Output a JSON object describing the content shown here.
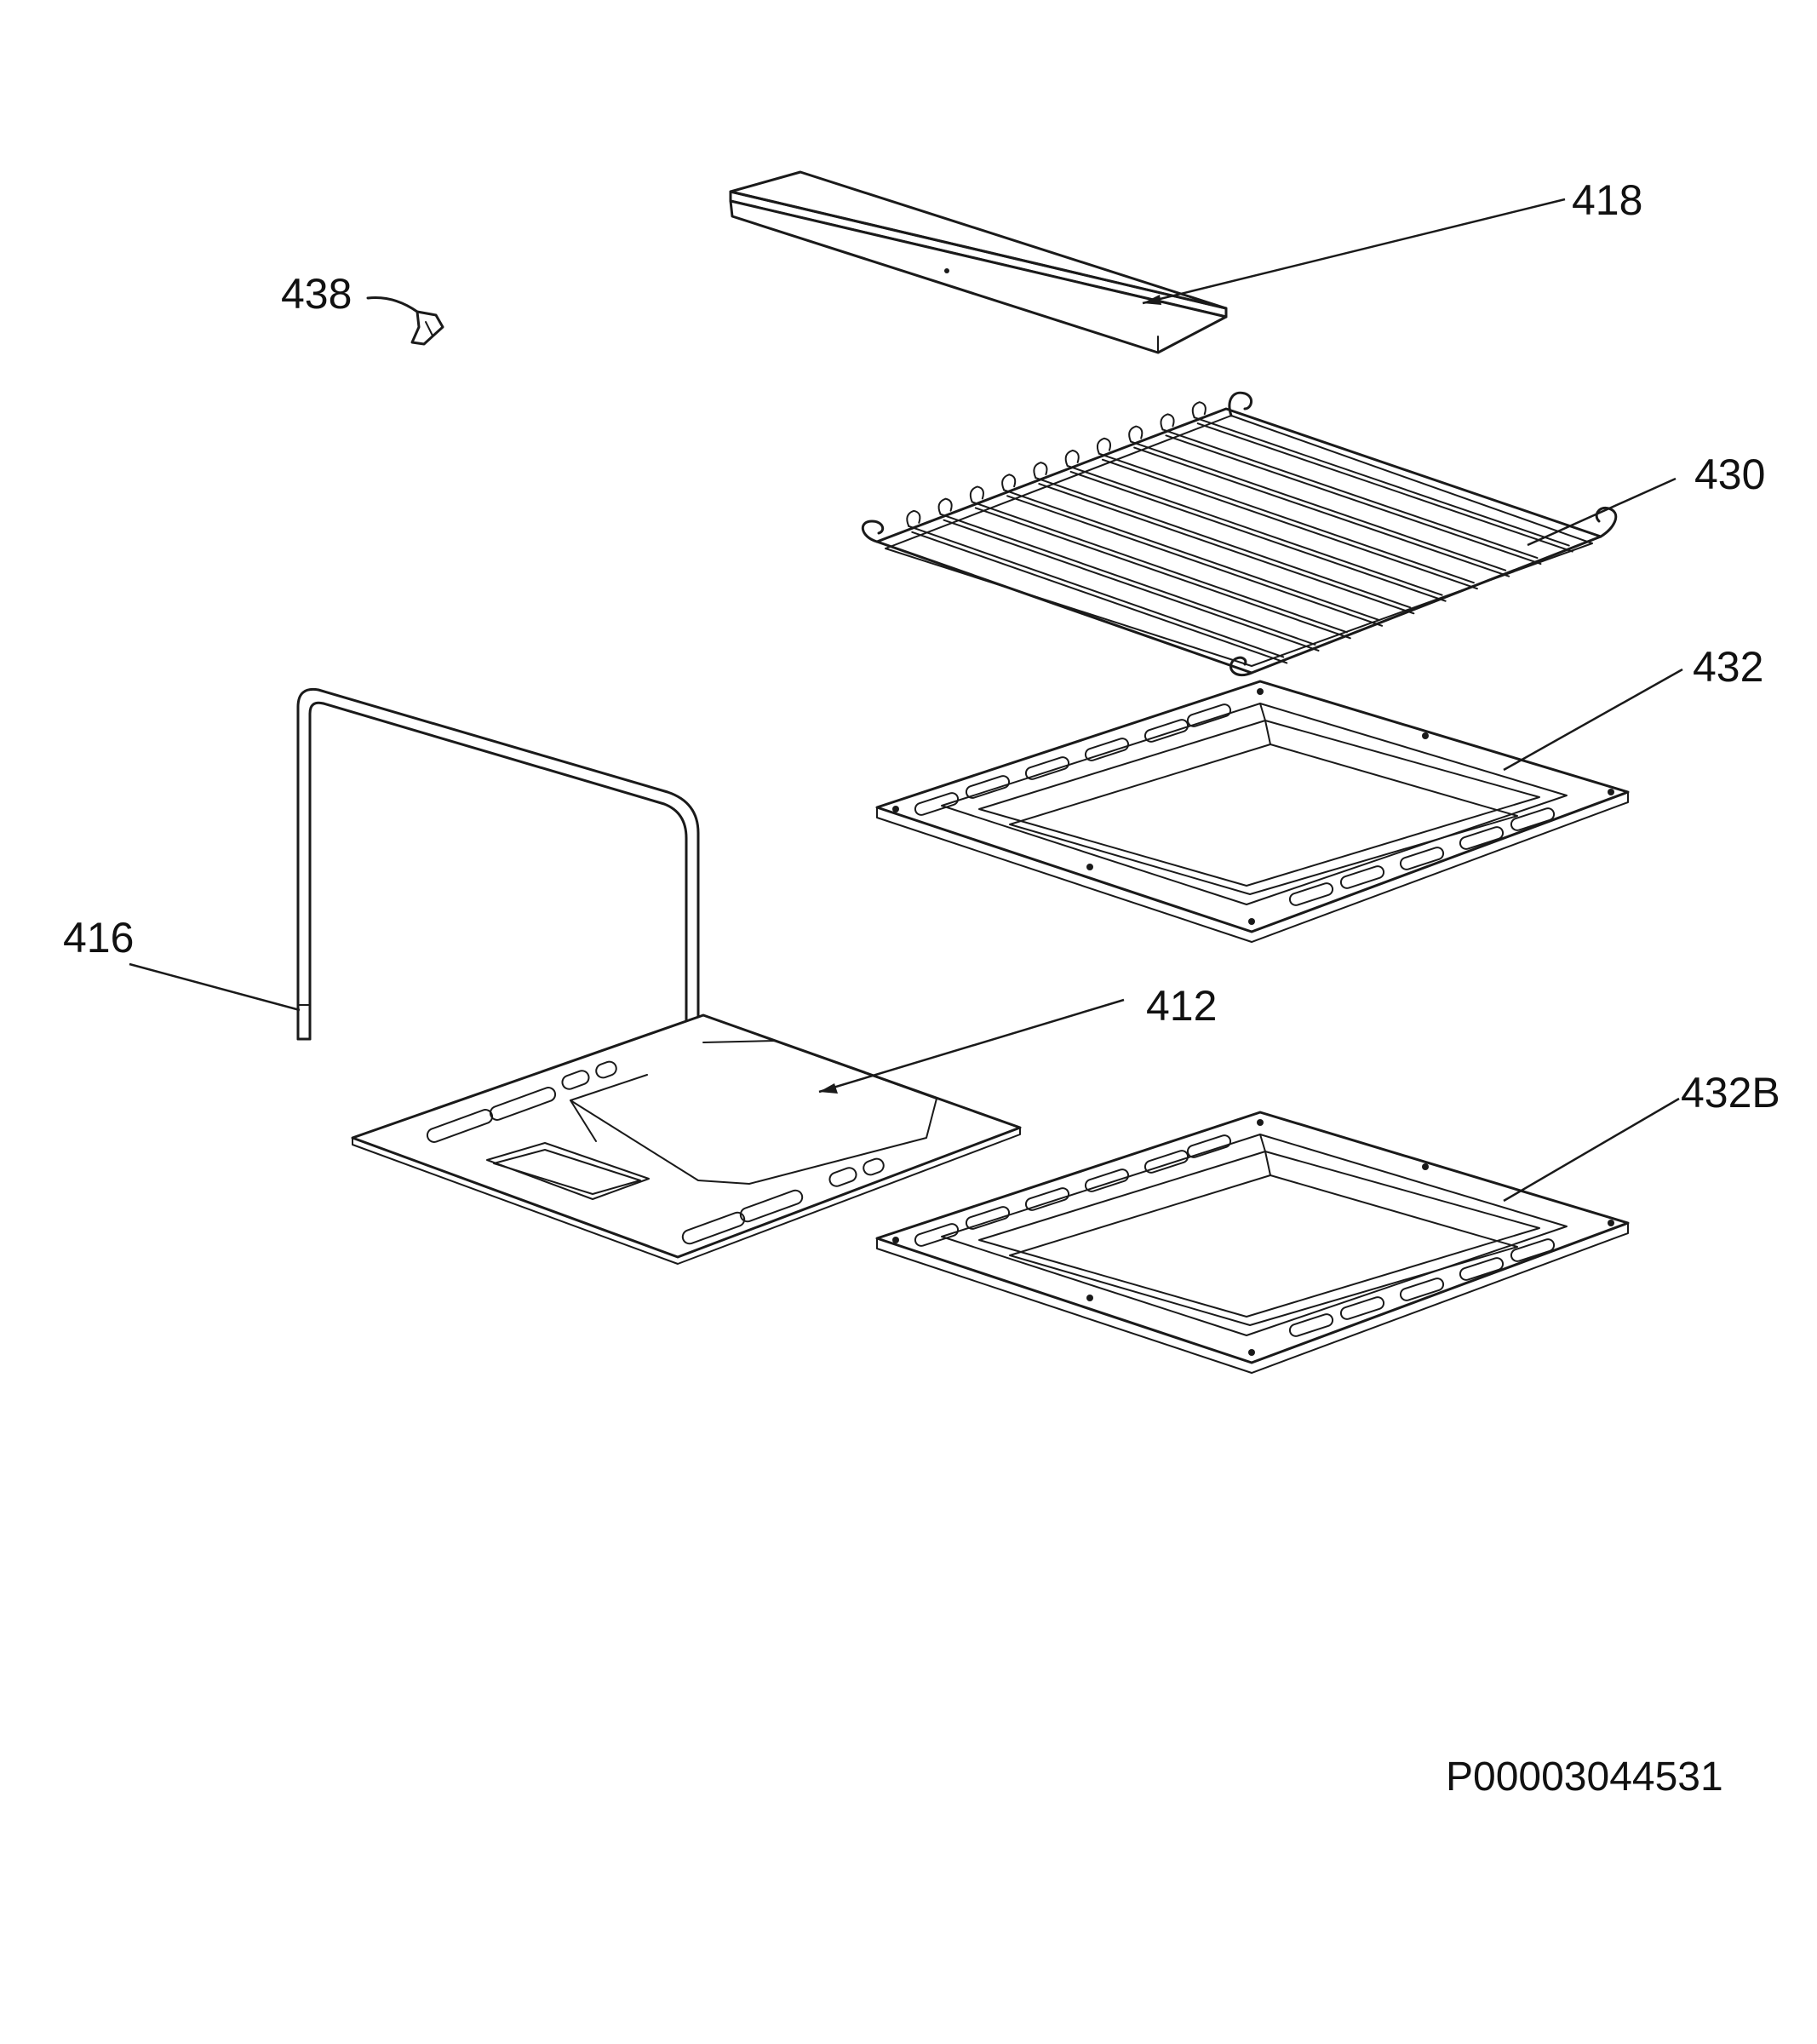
{
  "callouts": {
    "p418": "418",
    "p438": "438",
    "p430": "430",
    "p432": "432",
    "p416": "416",
    "p412": "412",
    "p432b": "432B"
  },
  "document_id": "P00003044531"
}
